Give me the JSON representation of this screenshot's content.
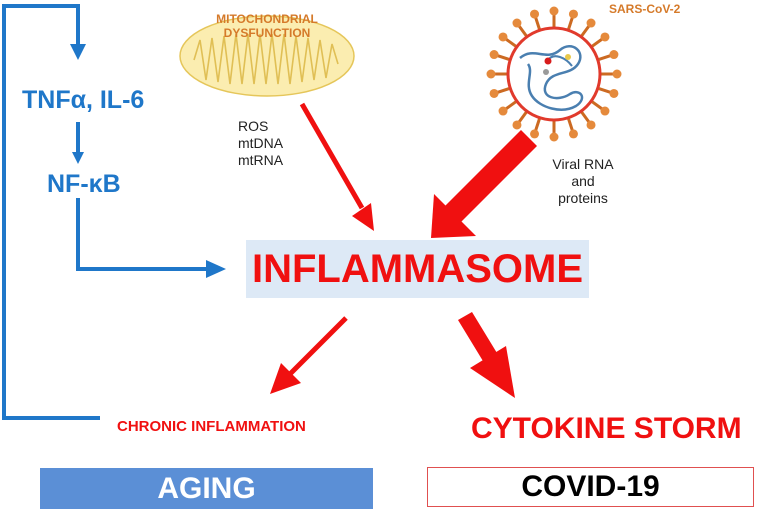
{
  "pathway": {
    "tnf": "TNFα, IL-6",
    "nfkb": "NF-κB"
  },
  "mitochondria": {
    "label_line1": "MITOCHONDRIAL",
    "label_line2": "DYSFUNCTION",
    "products": [
      "ROS",
      "mtDNA",
      "mtRNA"
    ]
  },
  "virus": {
    "label": "SARS-CoV-2",
    "products": [
      "Viral RNA",
      "and",
      "proteins"
    ]
  },
  "center": "INFLAMMASOME",
  "outcomes": {
    "chronic": "CHRONIC INFLAMMATION",
    "storm": "CYTOKINE STORM"
  },
  "categories": {
    "aging": "AGING",
    "covid": "COVID-19"
  },
  "colors": {
    "blue": "#1f77c9",
    "red": "#f01010",
    "orange": "#d57a2a",
    "mito_fill": "#fbedb0",
    "inflammasome_bg": "#dde9f6",
    "aging_bg": "#5b8fd6"
  }
}
